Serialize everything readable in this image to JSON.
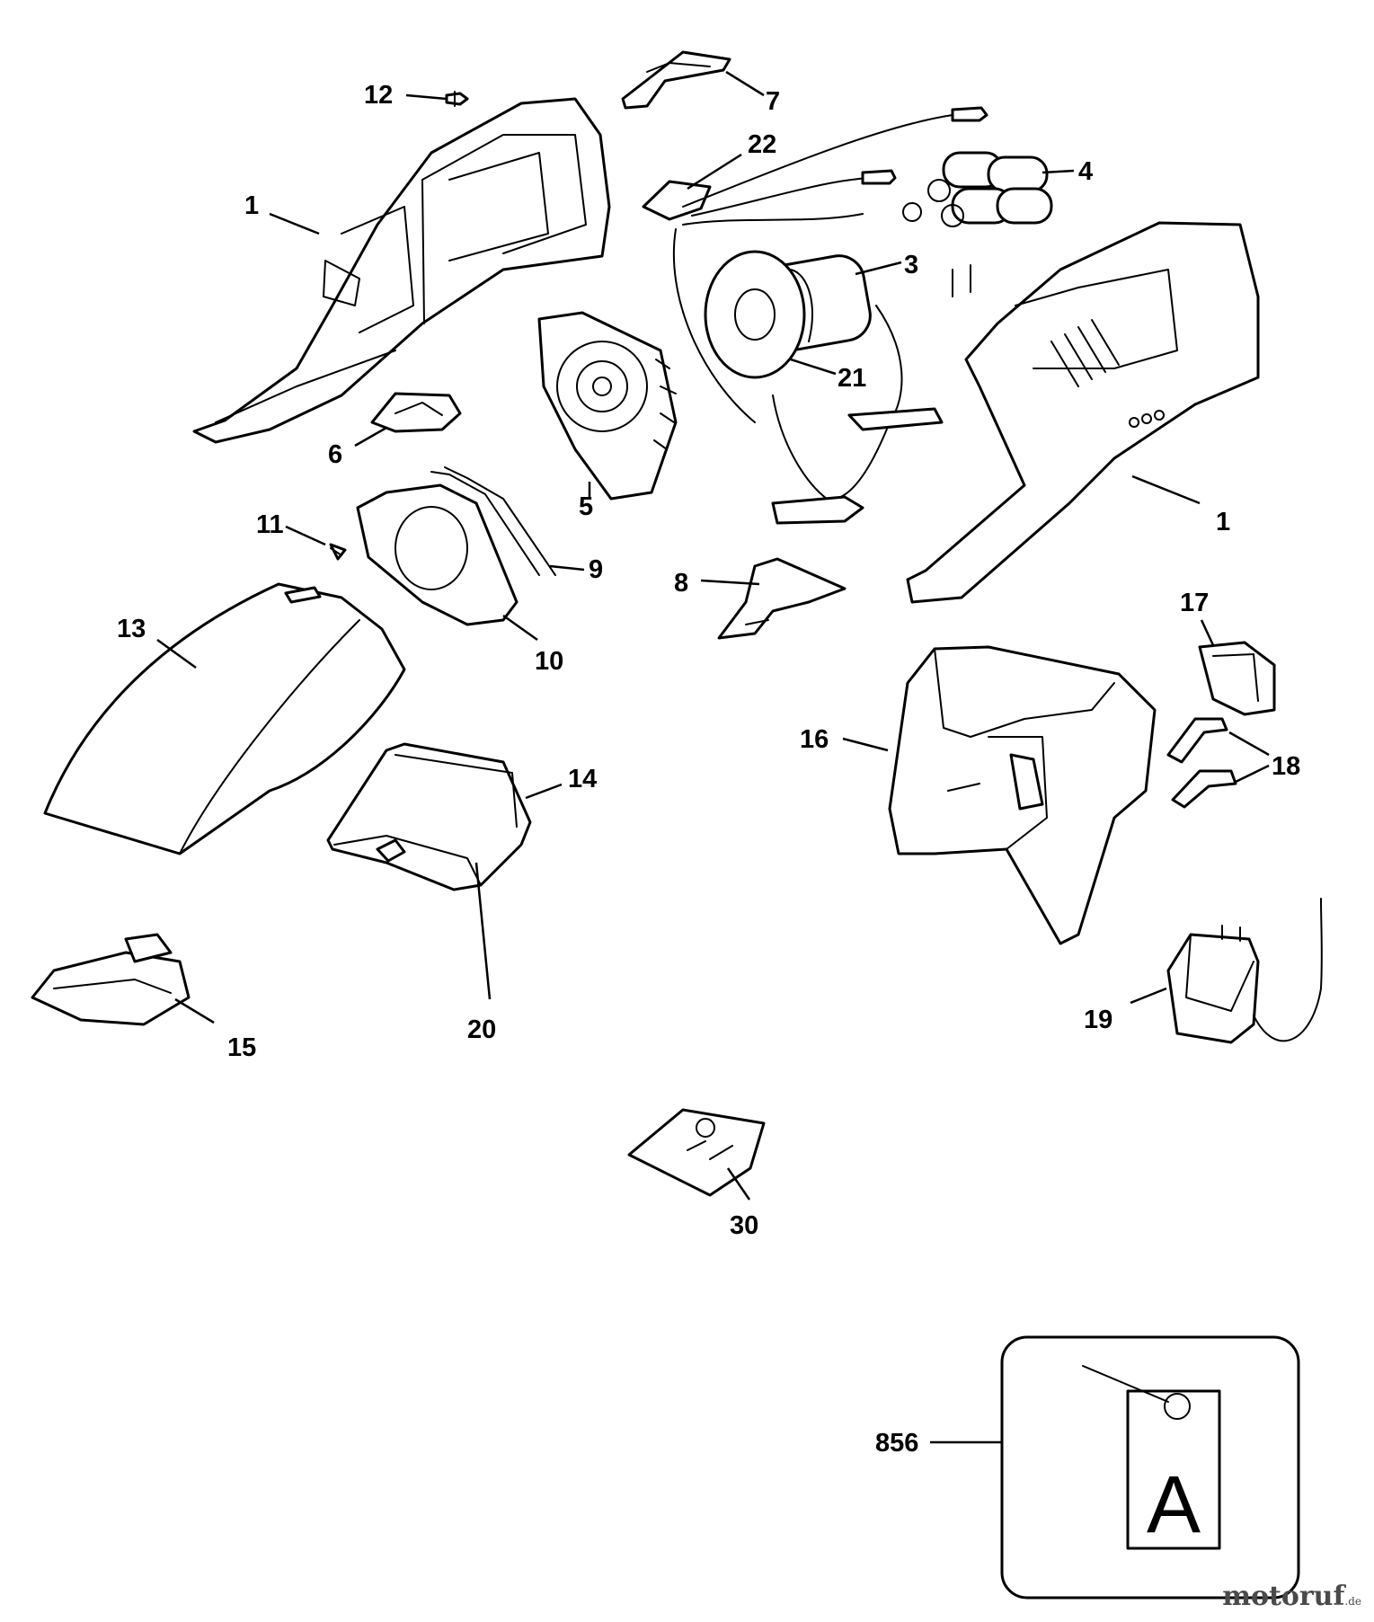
{
  "diagram": {
    "labels": {
      "l1a": "1",
      "l1b": "1",
      "l3": "3",
      "l4": "4",
      "l5": "5",
      "l6": "6",
      "l7": "7",
      "l8": "8",
      "l9": "9",
      "l10": "10",
      "l11": "11",
      "l12": "12",
      "l13": "13",
      "l14": "14",
      "l15": "15",
      "l16": "16",
      "l17": "17",
      "l18": "18",
      "l19": "19",
      "l20": "20",
      "l21": "21",
      "l22": "22",
      "l30": "30",
      "l856": "856"
    },
    "tag_letter": "A"
  },
  "watermark": {
    "name": "motoruf",
    "tld": ".de"
  }
}
